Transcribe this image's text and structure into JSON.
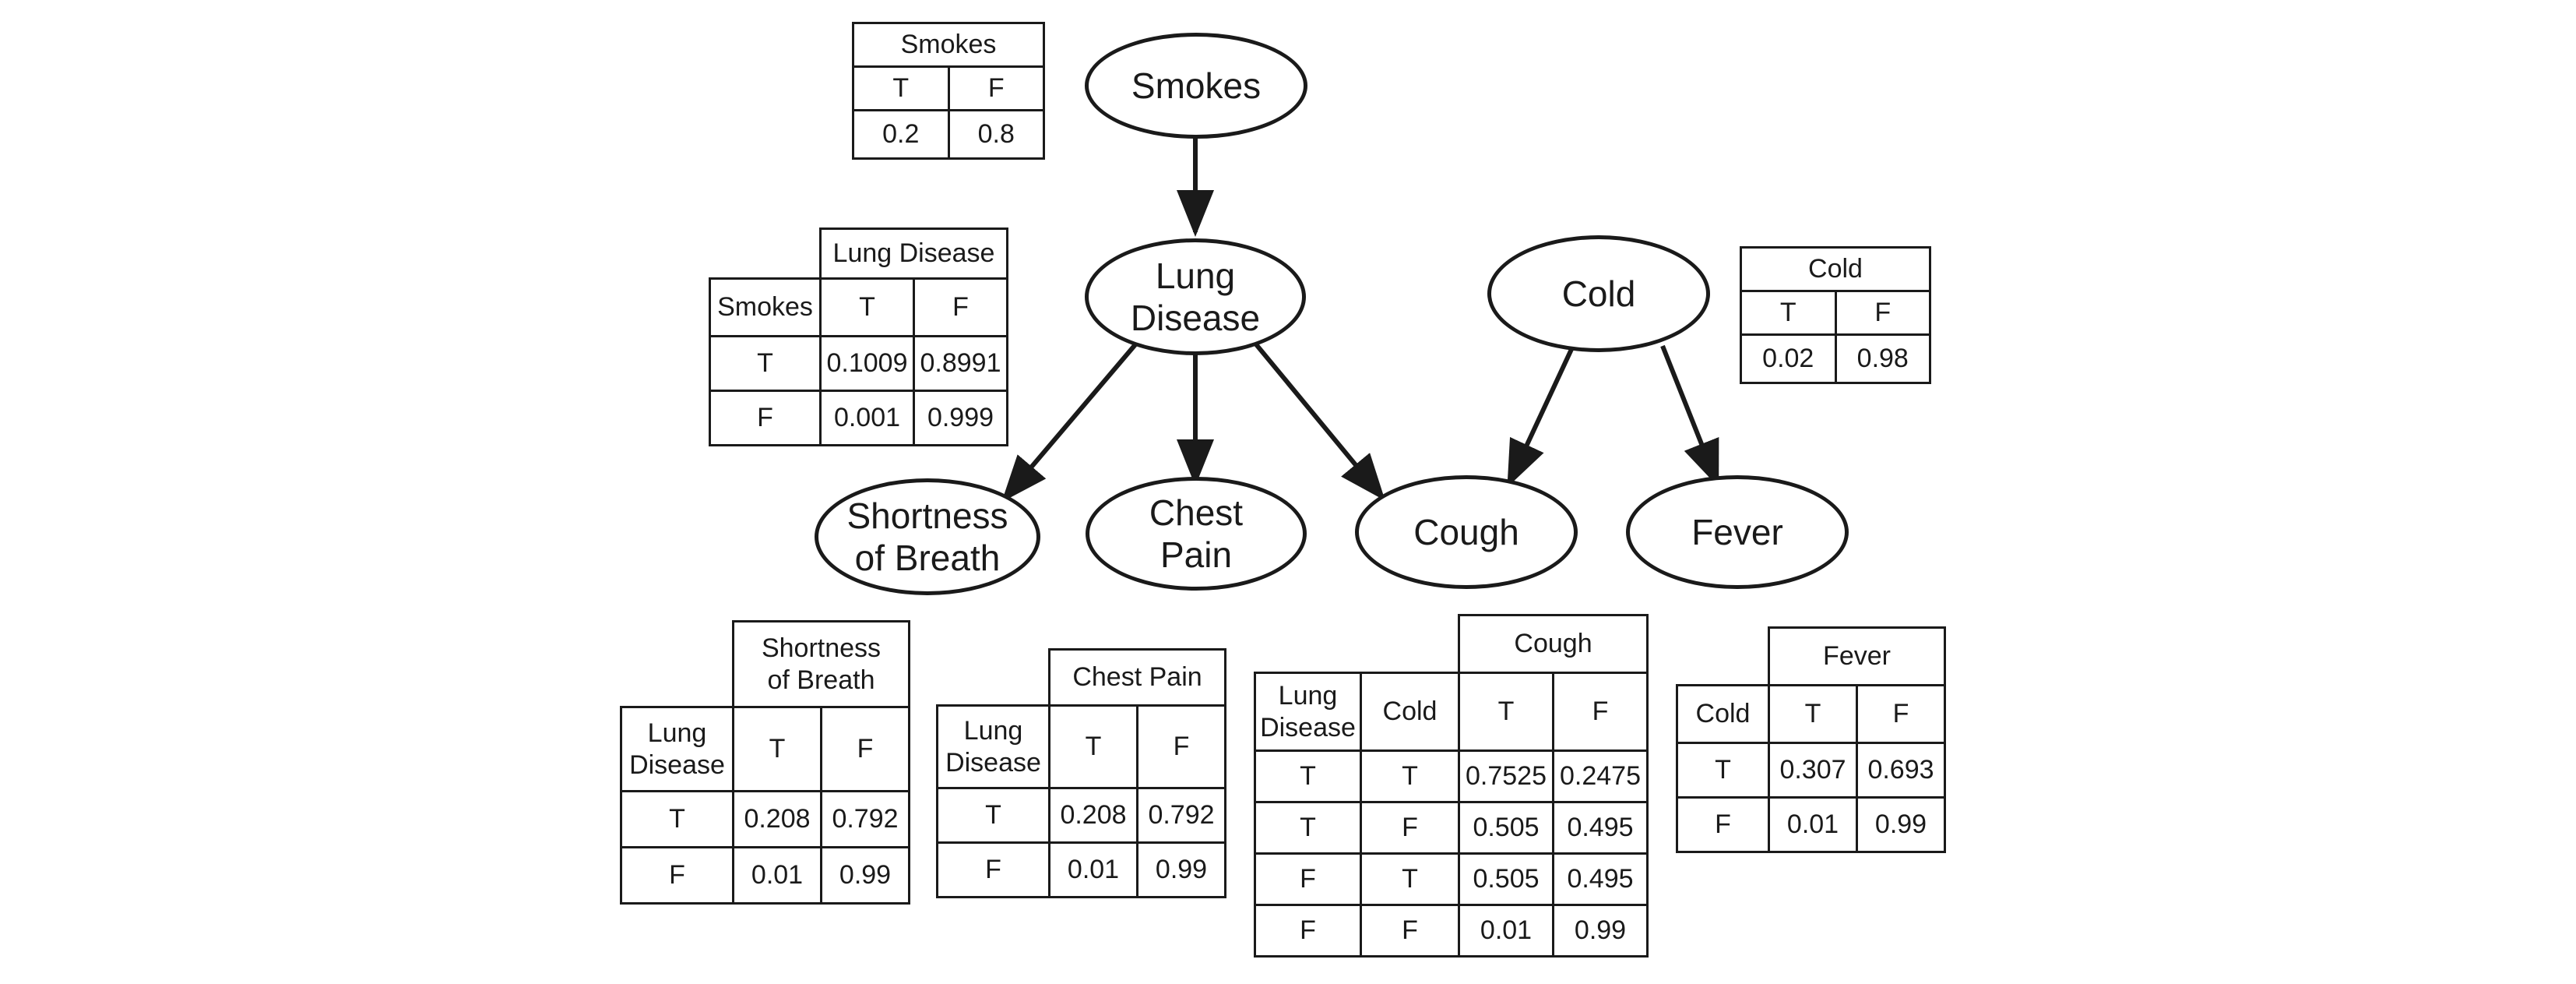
{
  "nodes": {
    "smokes": "Smokes",
    "lung_disease": "Lung\nDisease",
    "cold": "Cold",
    "shortness": "Shortness\nof Breath",
    "chest_pain": "Chest\nPain",
    "cough": "Cough",
    "fever": "Fever"
  },
  "tables": {
    "smokes": {
      "title": "Smokes",
      "headers": [
        "T",
        "F"
      ],
      "values": [
        "0.2",
        "0.8"
      ]
    },
    "lung_disease": {
      "title": "Lung Disease",
      "parent_header": "Smokes",
      "headers": [
        "T",
        "F"
      ],
      "rows": [
        {
          "cond": "T",
          "t": "0.1009",
          "f": "0.8991"
        },
        {
          "cond": "F",
          "t": "0.001",
          "f": "0.999"
        }
      ]
    },
    "cold": {
      "title": "Cold",
      "headers": [
        "T",
        "F"
      ],
      "values": [
        "0.02",
        "0.98"
      ]
    },
    "shortness": {
      "title": "Shortness\nof Breath",
      "parent_header": "Lung\nDisease",
      "headers": [
        "T",
        "F"
      ],
      "rows": [
        {
          "cond": "T",
          "t": "0.208",
          "f": "0.792"
        },
        {
          "cond": "F",
          "t": "0.01",
          "f": "0.99"
        }
      ]
    },
    "chest_pain": {
      "title": "Chest Pain",
      "parent_header": "Lung\nDisease",
      "headers": [
        "T",
        "F"
      ],
      "rows": [
        {
          "cond": "T",
          "t": "0.208",
          "f": "0.792"
        },
        {
          "cond": "F",
          "t": "0.01",
          "f": "0.99"
        }
      ]
    },
    "cough": {
      "title": "Cough",
      "parent_headers": [
        "Lung\nDisease",
        "Cold"
      ],
      "headers": [
        "T",
        "F"
      ],
      "rows": [
        {
          "c1": "T",
          "c2": "T",
          "t": "0.7525",
          "f": "0.2475"
        },
        {
          "c1": "T",
          "c2": "F",
          "t": "0.505",
          "f": "0.495"
        },
        {
          "c1": "F",
          "c2": "T",
          "t": "0.505",
          "f": "0.495"
        },
        {
          "c1": "F",
          "c2": "F",
          "t": "0.01",
          "f": "0.99"
        }
      ]
    },
    "fever": {
      "title": "Fever",
      "parent_header": "Cold",
      "headers": [
        "T",
        "F"
      ],
      "rows": [
        {
          "cond": "T",
          "t": "0.307",
          "f": "0.693"
        },
        {
          "cond": "F",
          "t": "0.01",
          "f": "0.99"
        }
      ]
    }
  }
}
